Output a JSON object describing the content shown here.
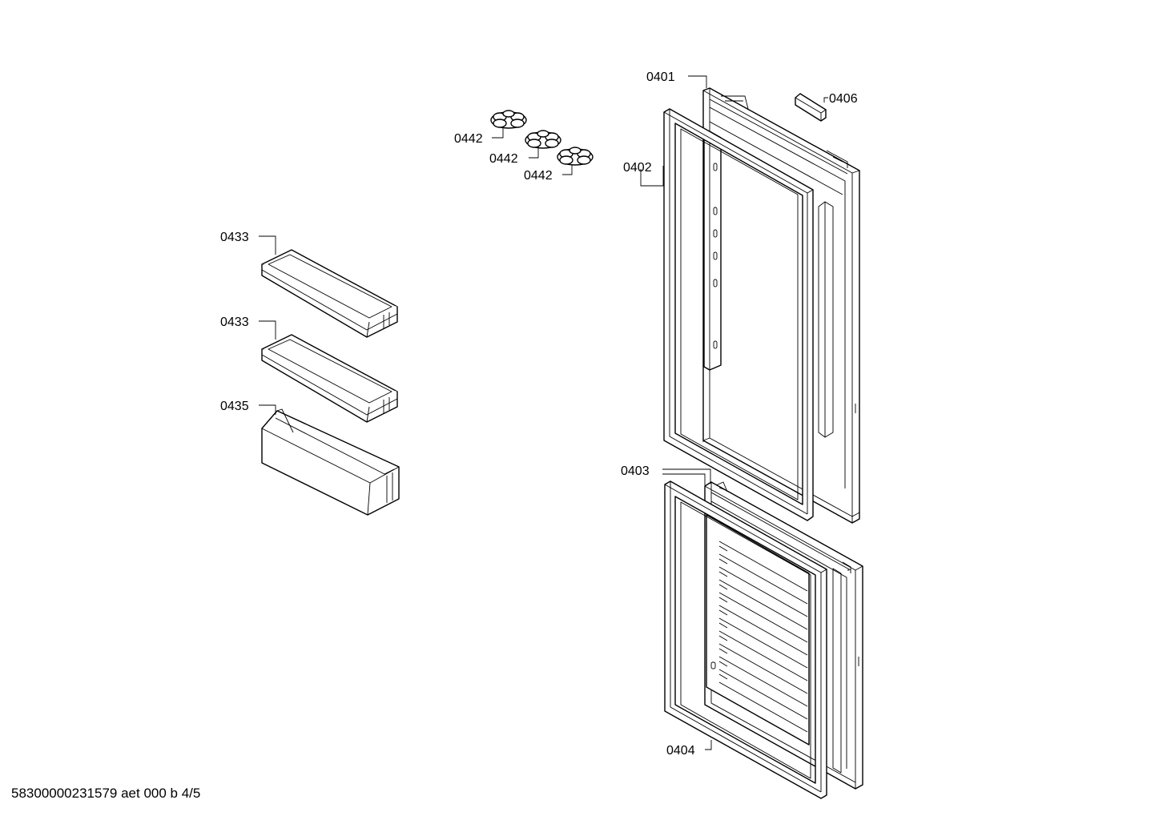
{
  "parts": {
    "p0401": "0401",
    "p0402": "0402",
    "p0403": "0403",
    "p0404": "0404",
    "p0406": "0406",
    "p0433a": "0433",
    "p0433b": "0433",
    "p0435": "0435",
    "p0442a": "0442",
    "p0442b": "0442",
    "p0442c": "0442"
  },
  "footer": {
    "text": "58300000231579 aet 000 b 4/5"
  }
}
